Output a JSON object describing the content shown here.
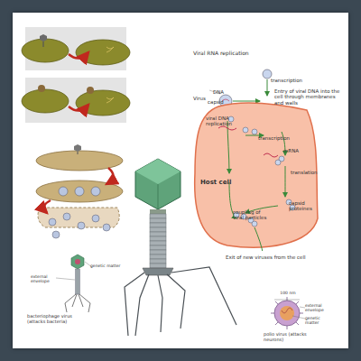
{
  "diagram": {
    "nodes": [
      {
        "text": [
          "Host cell"
        ]
      }
    ],
    "labels": [
      "Viral RNA replication",
      "transcription",
      "Virus",
      "DNA",
      "capsid",
      "Entry of viral DNA into the cell through membranes and walls",
      "viral DNA replication",
      "transcription",
      "mRNA",
      "translation",
      "capsid proteines",
      "coupling of viral particles",
      "Exit of new viruses from the cell",
      "100 nm",
      "external envelope",
      "genetic matter",
      "polio virus (attacks neurons)",
      "genetic matter",
      "external envelope",
      "bacteriophage virus (attacks bacteria)"
    ]
  }
}
